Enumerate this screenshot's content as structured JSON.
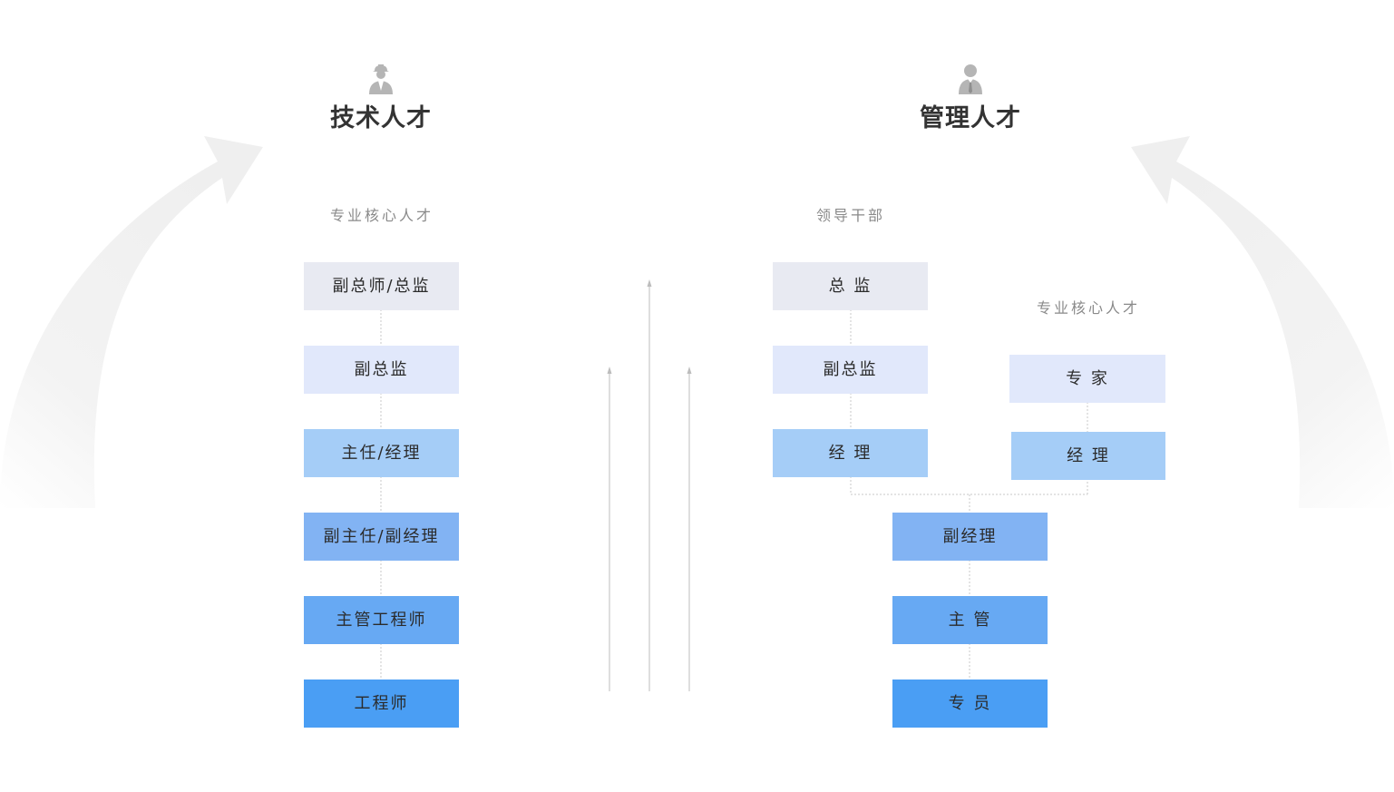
{
  "technical": {
    "title": "技术人才",
    "icon": "engineer-person-icon",
    "subtitle": "专业核心人才",
    "levels": [
      "副总师/总监",
      "副总监",
      "主任/经理",
      "副主任/副经理",
      "主管工程师",
      "工程师"
    ]
  },
  "management": {
    "title": "管理人才",
    "icon": "manager-person-icon",
    "leader_label": "领导干部",
    "leader_levels": [
      "总 监",
      "副总监",
      "经 理"
    ],
    "expert_label": "专业核心人才",
    "expert_levels": [
      "专 家",
      "经 理"
    ],
    "base_levels": [
      "副经理",
      "主 管",
      "专 员"
    ]
  },
  "colors": {
    "level1": "#e8eaf2",
    "level2": "#e1e8fb",
    "level3": "#a5cdf7",
    "level4": "#82b3f3",
    "level5": "#67a9f3",
    "level6": "#4a9ef4",
    "title_text": "#333333",
    "subtitle_text": "#8a8a8a"
  }
}
